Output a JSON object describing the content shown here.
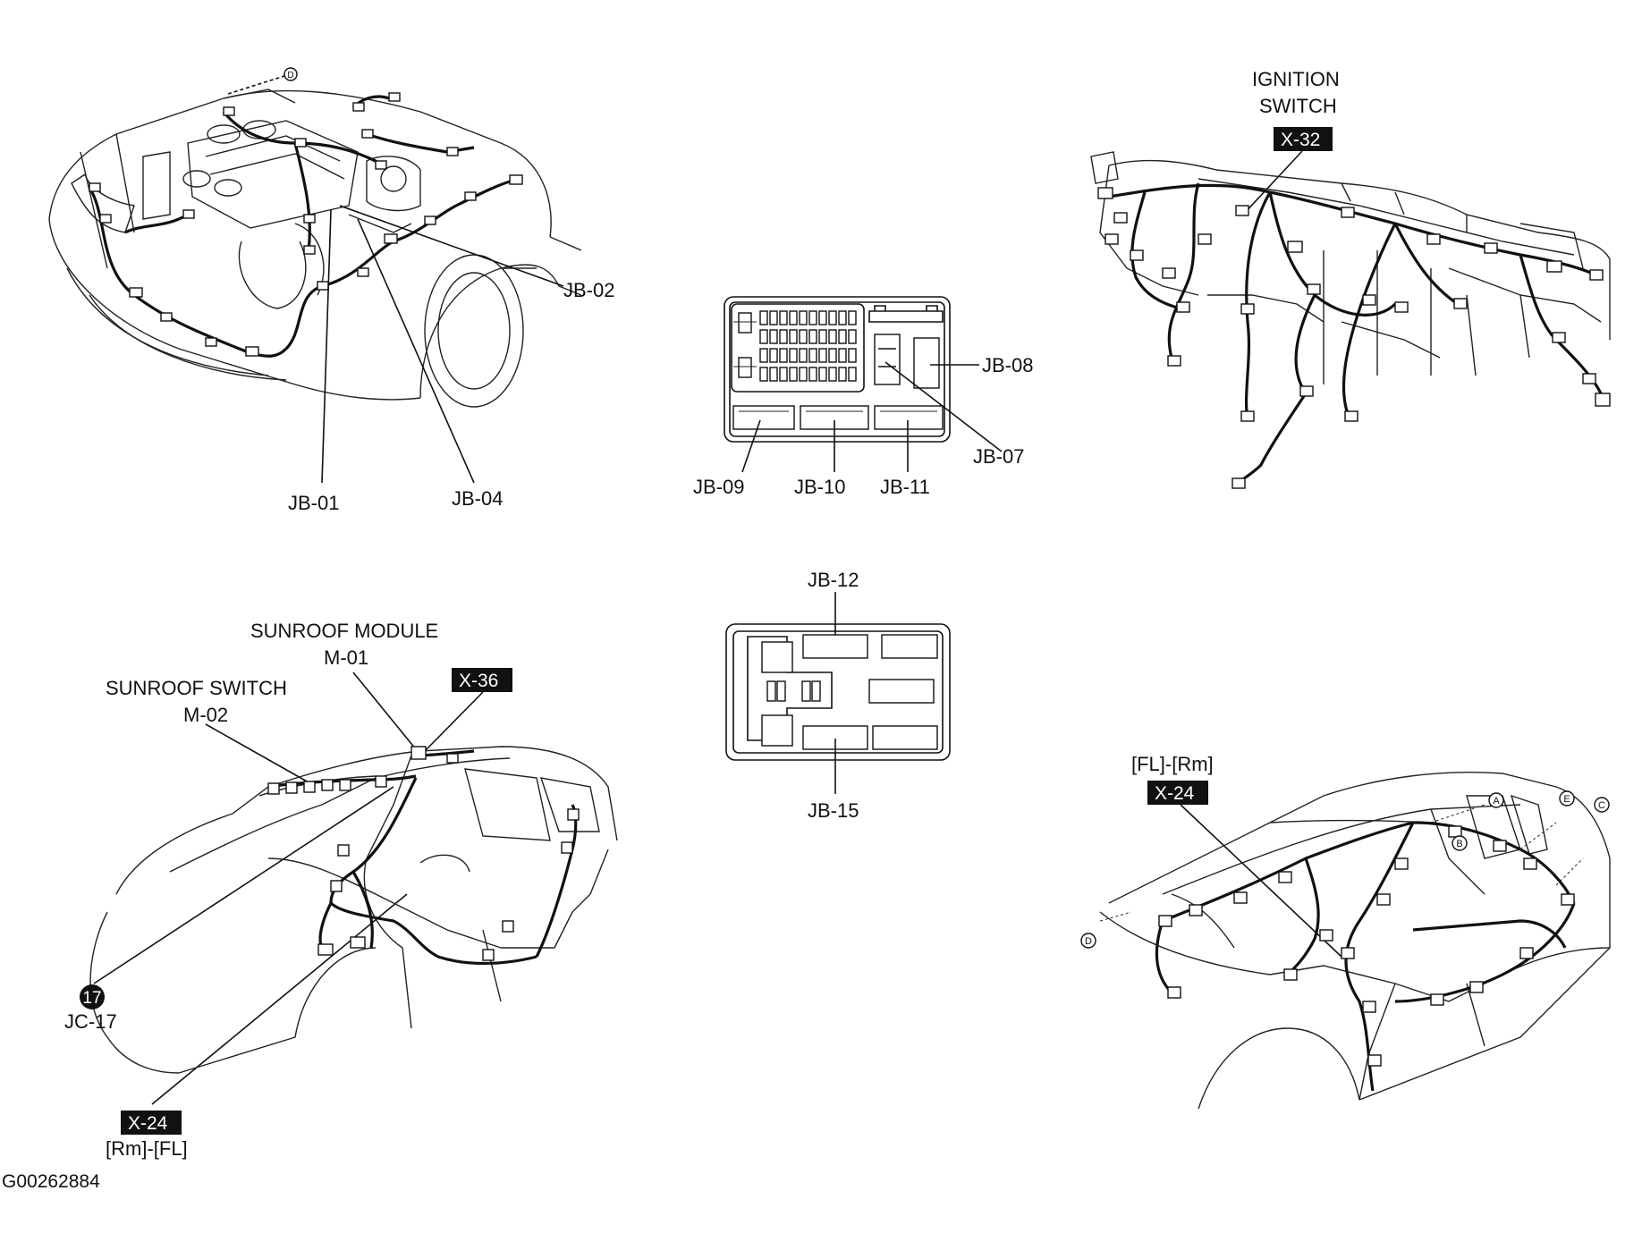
{
  "labels": {
    "jb02": "JB-02",
    "jb01": "JB-01",
    "jb04": "JB-04",
    "jb08": "JB-08",
    "jb07": "JB-07",
    "jb09": "JB-09",
    "jb10": "JB-10",
    "jb11": "JB-11",
    "jb12": "JB-12",
    "jb15": "JB-15",
    "ignition_line1": "IGNITION",
    "ignition_line2": "SWITCH",
    "x32": "X-32",
    "sunroof_module": "SUNROOF MODULE",
    "m01": "M-01",
    "sunroof_switch": "SUNROOF SWITCH",
    "m02": "M-02",
    "x36": "X-36",
    "jc17_number": "17",
    "jc17": "JC-17",
    "x24_left": "X-24",
    "rm_fl": "[Rm]-[FL]",
    "fl_rm": "[FL]-[Rm]",
    "x24_right": "X-24",
    "figure_id": "G00262884",
    "marker_a": "A",
    "marker_b": "B",
    "marker_c": "C",
    "marker_d_top": "D",
    "marker_d_right": "D",
    "marker_e": "E"
  },
  "colors": {
    "ink": "#111111",
    "paper": "#ffffff",
    "tag_fill": "#111111",
    "tag_text": "#ffffff"
  }
}
